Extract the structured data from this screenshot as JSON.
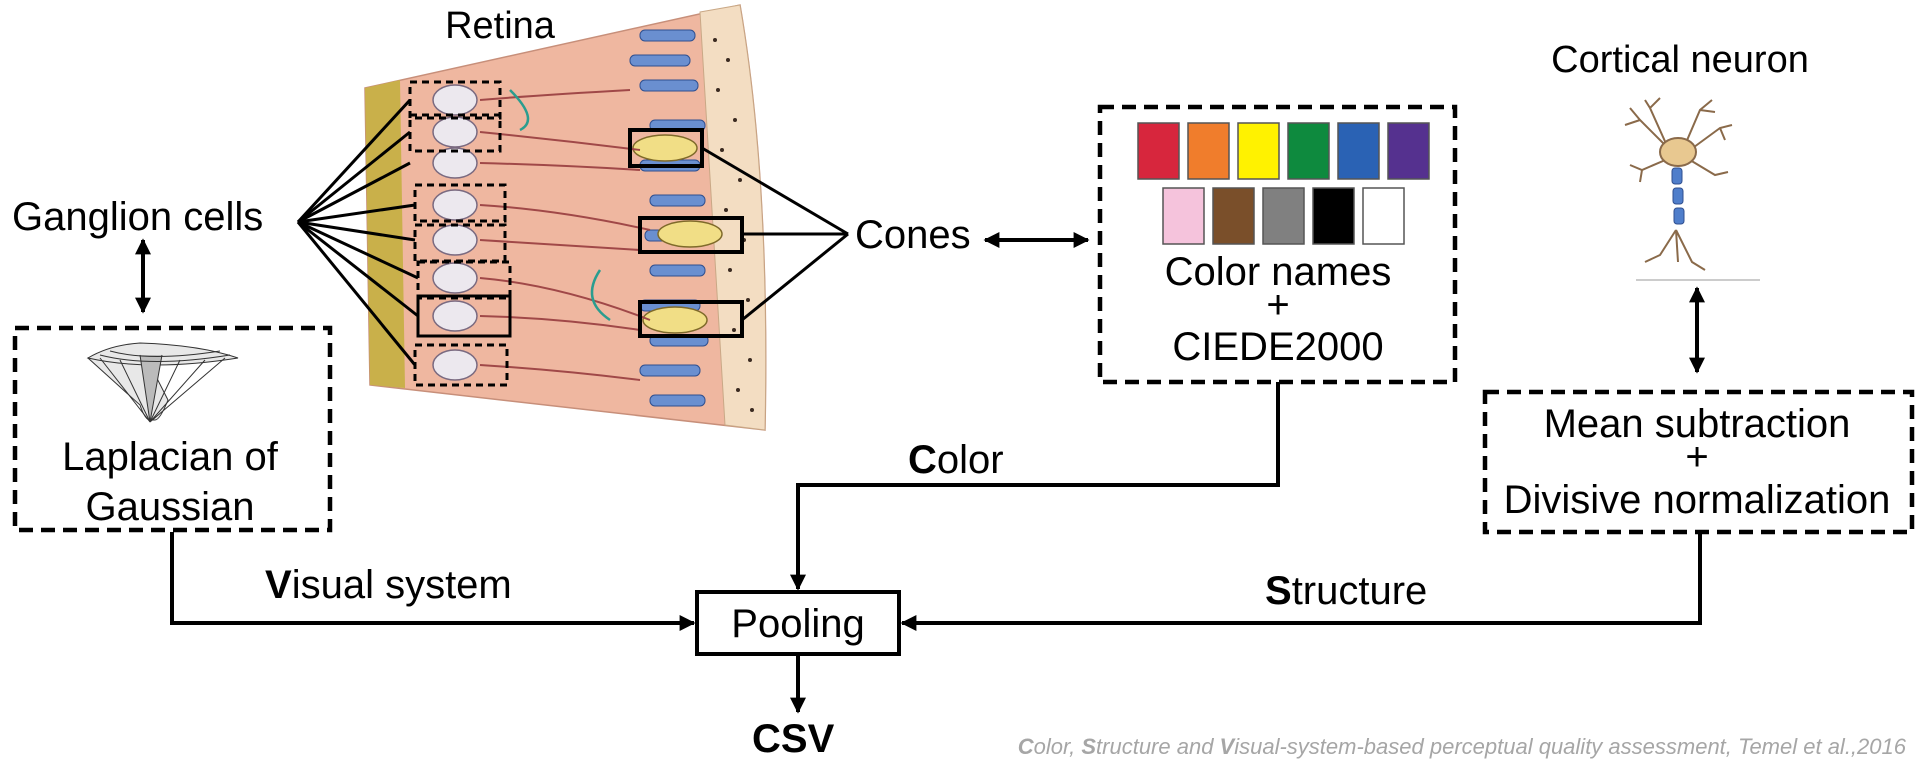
{
  "labels": {
    "retina": "Retina",
    "cortical_neuron": "Cortical neuron",
    "ganglion_cells": "Ganglion cells",
    "cones": "Cones",
    "log_line1": "Laplacian of",
    "log_line2": "Gaussian",
    "color_names": "Color names",
    "plus": "+",
    "ciede": "CIEDE2000",
    "mean_subtraction": "Mean subtraction",
    "divisive_normalization": "Divisive normalization",
    "pooling": "Pooling",
    "csv": "CSV"
  },
  "pathways": {
    "color": {
      "first": "C",
      "rest": "olor"
    },
    "visual": {
      "first": "V",
      "rest": "isual system"
    },
    "structure": {
      "first": "S",
      "rest": "tructure"
    }
  },
  "citation": {
    "c1": "C",
    "t1": "olor, ",
    "c2": "S",
    "t2": "tructure and ",
    "c3": "V",
    "t3": "isual-system-based perceptual quality assessment, Temel et al.,2016"
  },
  "swatches": {
    "row1": [
      "#d7263d",
      "#f07d2c",
      "#fff200",
      "#0e8a3e",
      "#2a62b4",
      "#55318f"
    ],
    "row2": [
      "#f5c3dc",
      "#7a4f2a",
      "#808080",
      "#000000",
      "#ffffff"
    ]
  },
  "colors": {
    "retina_bg": "#efb7a0",
    "retina_layer": "#c9b04a",
    "cone_blue": "#6a8fd0",
    "cone_yellow": "#f1de86",
    "neuron_axon": "#4f7ecb"
  }
}
